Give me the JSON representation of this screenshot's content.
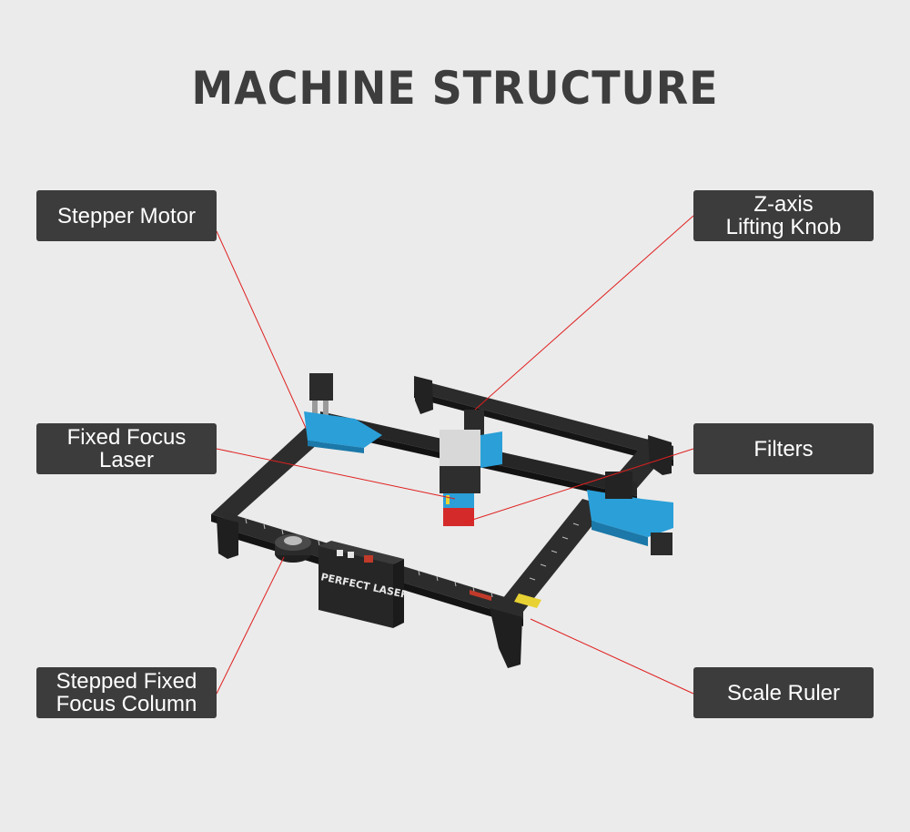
{
  "title": "MACHINE STRUCTURE",
  "brand_mark": "PERFECT LASER",
  "labels": {
    "stepper_motor": "Stepper Motor",
    "fixed_focus_laser": "Fixed Focus\nLaser",
    "stepped_column": "Stepped Fixed\nFocus Column",
    "z_axis_knob": "Z-axis\nLifting Knob",
    "filters": "Filters",
    "scale_ruler": "Scale Ruler"
  },
  "colors": {
    "background": "#ebebeb",
    "label_bg": "#3c3c3c",
    "label_text": "#ffffff",
    "leader_line": "#e02020",
    "frame": "#2a2a2a",
    "accent_blue": "#2a9fd8",
    "laser_red": "#d42a2a"
  }
}
